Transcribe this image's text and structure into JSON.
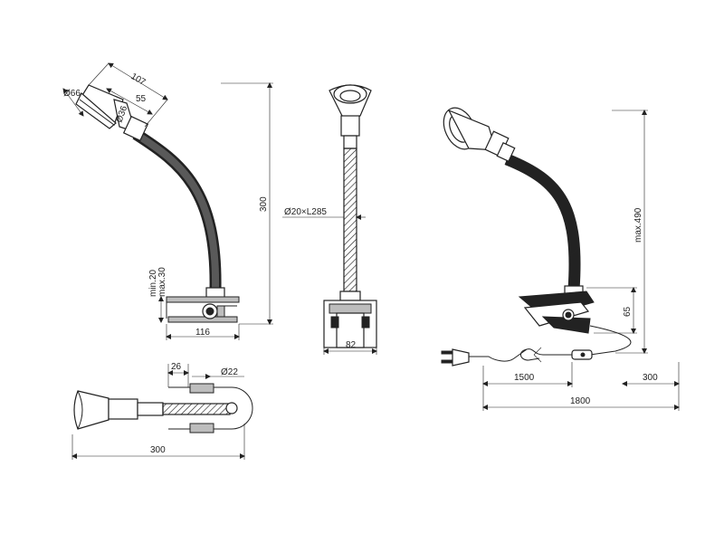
{
  "dimensions": {
    "side_view": {
      "overall_length": "107",
      "head_diameter": "Ø66",
      "head_depth": "55",
      "neck_diameter": "Ø36",
      "height": "300",
      "clamp_min": "min.20",
      "clamp_max": "max.30",
      "clamp_width": "116"
    },
    "front_view": {
      "gooseneck": "Ø20×L285",
      "clamp_width": "82"
    },
    "top_view": {
      "clamp_offset": "26",
      "pivot_diameter": "Ø22",
      "overall_length": "300"
    },
    "perspective_view": {
      "max_height": "max.490",
      "clamp_height": "65",
      "cord_to_switch": "1500",
      "switch_to_lamp": "300",
      "total_cord": "1800"
    }
  }
}
